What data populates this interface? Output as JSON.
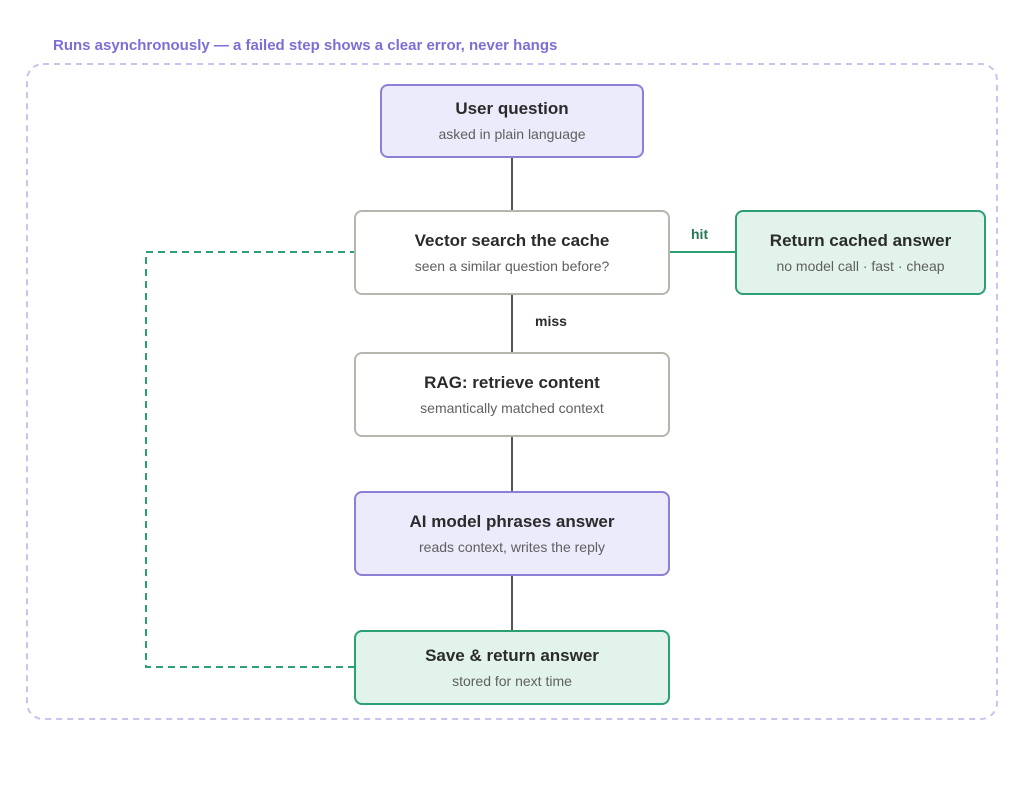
{
  "frame": {
    "title": "Runs asynchronously — a failed step shows a clear error, never hangs"
  },
  "nodes": {
    "user_question": {
      "title": "User question",
      "subtitle": "asked in plain language"
    },
    "vector_search": {
      "title": "Vector search the cache",
      "subtitle": "seen a similar question before?"
    },
    "rag": {
      "title": "RAG: retrieve content",
      "subtitle": "semantically matched context"
    },
    "ai_model": {
      "title": "AI model phrases answer",
      "subtitle": "reads context, writes the reply"
    },
    "save_return": {
      "title": "Save & return answer",
      "subtitle": "stored for next time"
    },
    "cached": {
      "title": "Return cached answer",
      "subtitle": "no model call · fast · cheap"
    }
  },
  "edges": {
    "hit_label": "hit",
    "miss_label": "miss"
  },
  "colors": {
    "frame": "#c9c3ee",
    "purple_border": "#8b7fd6",
    "purple_fill": "#ecebfb",
    "gray_border": "#b6b6ae",
    "green_border": "#2aa073",
    "green_fill": "#e1f3ea",
    "hit_text": "#2a7a55",
    "miss_text": "#2b2b2b",
    "connector": "#555555",
    "loop_dash": "#2aa073"
  }
}
